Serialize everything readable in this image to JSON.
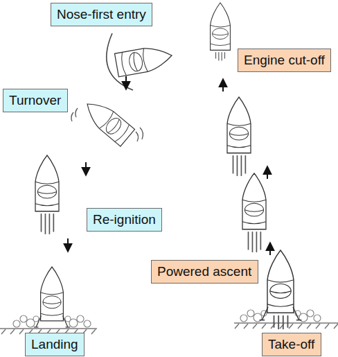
{
  "diagram": {
    "nodes": [
      {
        "text": [
          "Nose-first entry"
        ]
      },
      {
        "text": [
          "Engine cut-off"
        ]
      },
      {
        "text": [
          "Turnover"
        ]
      },
      {
        "text": [
          "Re-ignition"
        ]
      },
      {
        "text": [
          "Powered ascent"
        ]
      },
      {
        "text": [
          "Landing"
        ]
      },
      {
        "text": [
          "Take-off"
        ]
      }
    ]
  }
}
